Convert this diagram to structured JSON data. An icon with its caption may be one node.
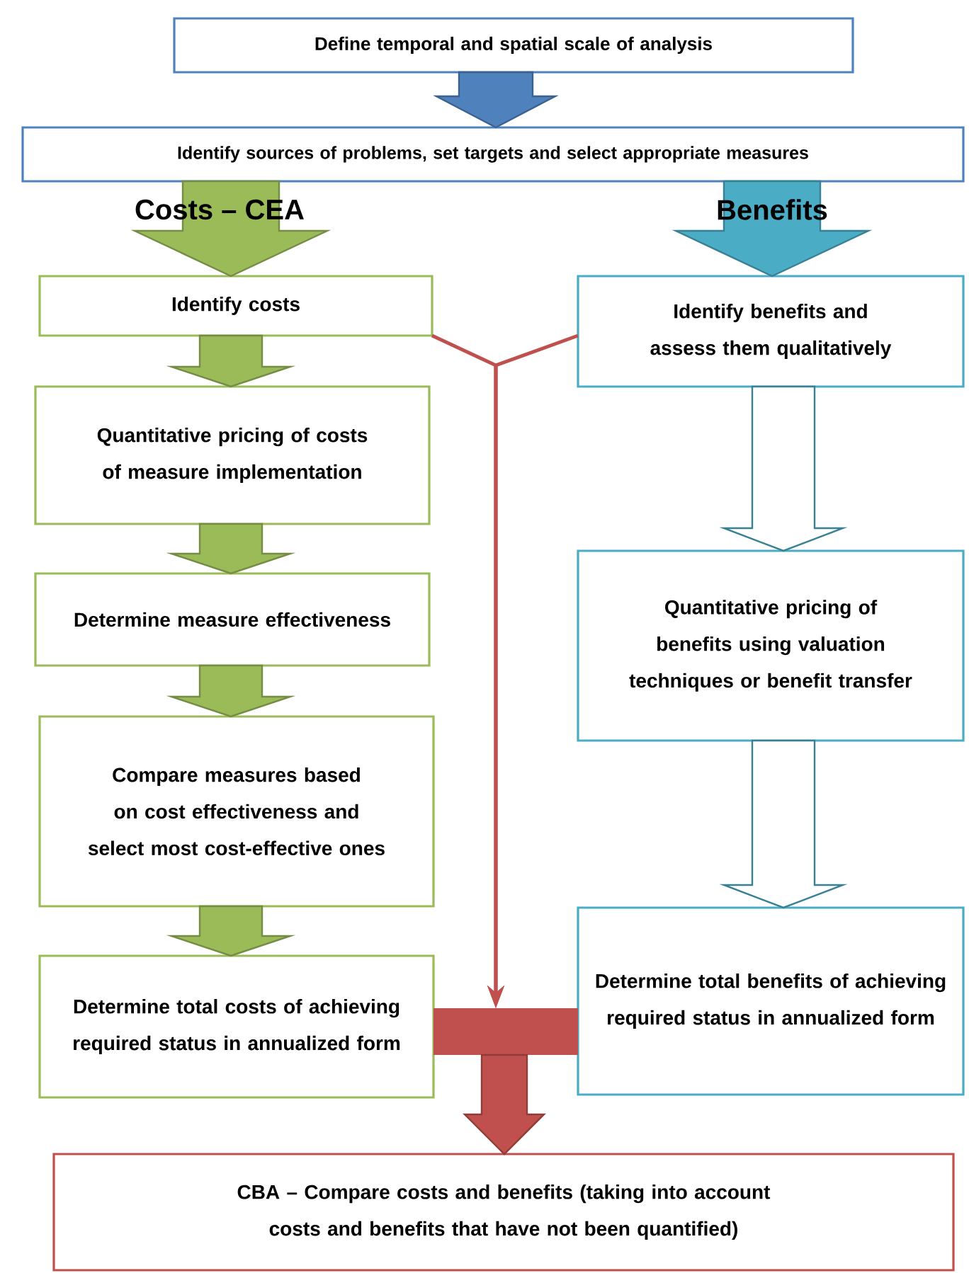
{
  "diagram": {
    "nodes": [
      {
        "text": [
          "Define temporal and spatial scale of analysis"
        ]
      },
      {
        "text": [
          "Identify sources of problems, set targets and select appropriate measures"
        ]
      },
      {
        "text": [
          "Identify costs"
        ]
      },
      {
        "text": [
          "Quantitative pricing of costs of measure implementation"
        ]
      },
      {
        "text": [
          "Determine measure effectiveness"
        ]
      },
      {
        "text": [
          "Compare measures based on cost effectiveness and select most cost-effective ones"
        ]
      },
      {
        "text": [
          "Determine total costs of achieving required status in annualized form"
        ]
      },
      {
        "text": [
          "Identify benefits and assess them qualitatively"
        ]
      },
      {
        "text": [
          "Quantitative pricing of benefits using valuation techniques or benefit transfer"
        ]
      },
      {
        "text": [
          "Determine total benefits of achieving required status in annualized form"
        ]
      },
      {
        "text": [
          "CBA – Compare costs and benefits (taking into account costs and benefits that have not been quantified)"
        ]
      },
      {
        "text": [],
        "shape": "bar"
      }
    ],
    "edges": [
      {
        "from": 0,
        "to": 1,
        "arrow": "to",
        "style": "thick",
        "color": "#4f81bd"
      },
      {
        "from": 1,
        "to": 2,
        "arrow": "to",
        "style": "thick",
        "label": "Costs – CEA"
      },
      {
        "from": 1,
        "to": 7,
        "arrow": "to",
        "style": "thick",
        "color": "#4bacc6",
        "label": "Benefits"
      },
      {
        "from": 2,
        "to": 3,
        "arrow": "to",
        "style": "thick"
      },
      {
        "from": 3,
        "to": 4,
        "arrow": "to",
        "style": "thick"
      },
      {
        "from": 4,
        "to": 5,
        "arrow": "to",
        "style": "thick"
      },
      {
        "from": 5,
        "to": 6,
        "arrow": "to",
        "style": "thick"
      },
      {
        "from": 7,
        "to": 8,
        "arrow": "to",
        "color": "#4bacc6"
      },
      {
        "from": 8,
        "to": 9,
        "arrow": "to",
        "color": "#4bacc6"
      },
      {
        "from": 2,
        "to": 11,
        "arrow": "to",
        "color": "#c0504d"
      },
      {
        "from": 7,
        "to": 11,
        "arrow": "to",
        "color": "#c0504d"
      },
      {
        "from": 11,
        "to": 10,
        "arrow": "to",
        "style": "thick",
        "color": "#c0504d"
      }
    ]
  }
}
